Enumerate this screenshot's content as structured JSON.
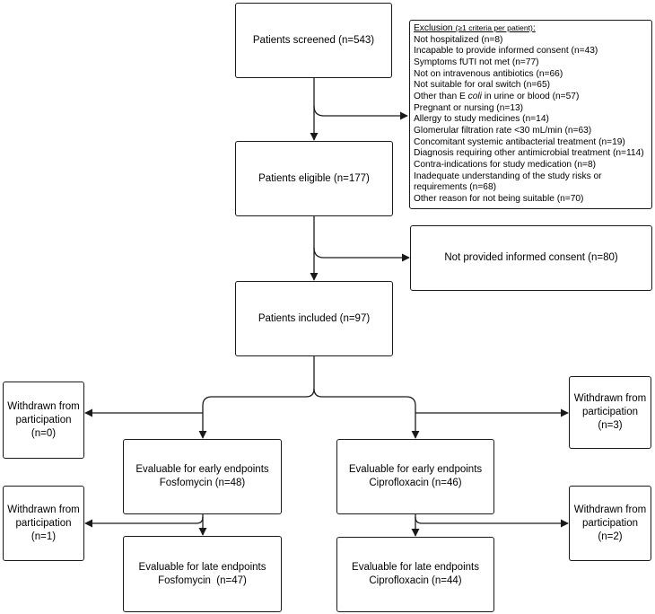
{
  "boxes": {
    "screened": "Patients screened (n=543)",
    "eligible": "Patients eligible (n=177)",
    "not_consented": "Not provided informed consent (n=80)",
    "included": "Patients included (n=97)",
    "withdrawn_top_left": [
      "Withdrawn from",
      "participation",
      "(n=0)"
    ],
    "withdrawn_top_right": [
      "Withdrawn from",
      "participation",
      "(n=3)"
    ],
    "early_fosfo": [
      "Evaluable for early endpoints",
      "Fosfomycin (n=48)"
    ],
    "early_cipro": [
      "Evaluable for early endpoints",
      "Ciprofloxacin (n=46)"
    ],
    "withdrawn_bottom_left": [
      "Withdrawn from",
      "participation",
      "(n=1)"
    ],
    "withdrawn_bottom_right": [
      "Withdrawn from",
      "participation",
      "(n=2)"
    ],
    "late_fosfo": [
      "Evaluable for late endpoints",
      "Fosfomycin  (n=47)"
    ],
    "late_cipro": [
      "Evaluable for late endpoints",
      "Ciprofloxacin (n=44)"
    ]
  },
  "exclusion": {
    "title": "Exclusion",
    "title_note": "(≥1 criteria per patient)",
    "title_suffix": ":",
    "items": [
      "Not hospitalized (n=8)",
      "Incapable to provide informed consent (n=43)",
      "Symptoms fUTI not met (n=77)",
      "Not on intravenous antibiotics (n=66)",
      "Not suitable for oral switch (n=65)",
      "Other than E coli in urine or blood (n=57)",
      "Pregnant or nursing (n=13)",
      "Allergy to study medicines (n=14)",
      "Glomerular filtration rate <30 mL/min (n=63)",
      "Concomitant systemic antibacterial treatment (n=19)",
      "Diagnosis requiring other antimicrobial treatment (n=114)",
      "Contra-indications for study medication (n=8)",
      "Inadequate understanding of the study risks or requirements (n=68)",
      "Other reason for not being suitable (n=70)"
    ]
  },
  "colors": {
    "line": "#1a1a1a",
    "background": "#ffffff"
  }
}
